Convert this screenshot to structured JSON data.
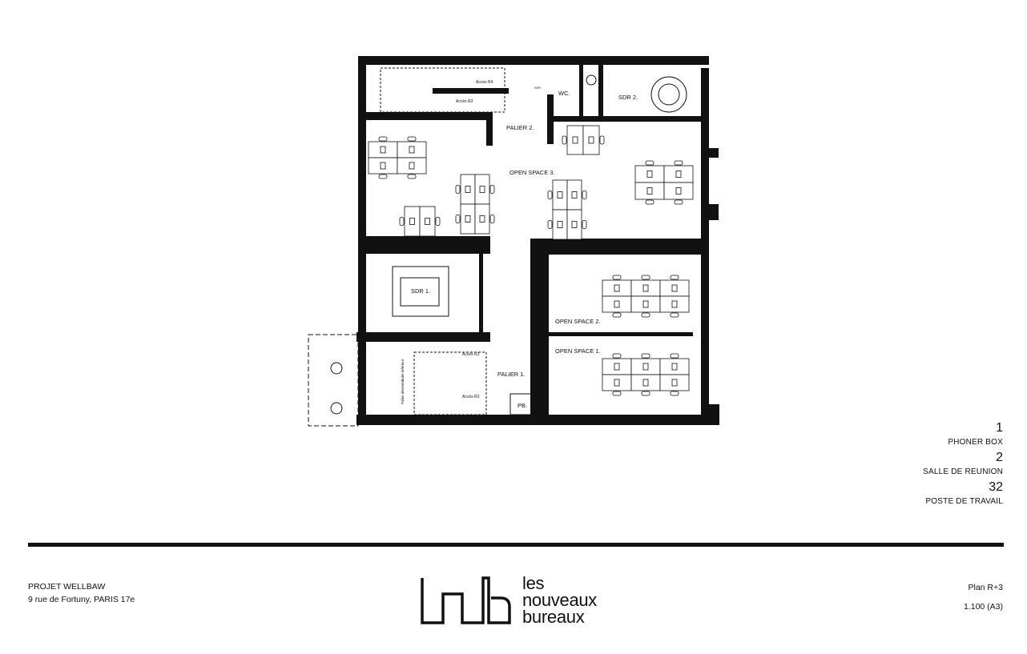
{
  "plan": {
    "rooms": {
      "open_space_3": "OPEN SPACE 3.",
      "open_space_2": "OPEN SPACE 2.",
      "open_space_1": "OPEN SPACE 1.",
      "palier_2": "PALIER 2.",
      "palier_1": "PALIER 1.",
      "wc": "WC.",
      "sdr_2": "SDR 2.",
      "sdr_1": "SDR 1.",
      "pb": "PB."
    },
    "annotations": {
      "acces_r4": "Accès R4",
      "acces_r3_top": "Accès R3",
      "acces_r3_mid": "Accès R3",
      "acces_r3_bottom": "Accès R3",
      "palier_intermediaire": "Palier intermédiaire inférieur",
      "wifi": "WIFI"
    }
  },
  "legend": [
    {
      "count": "1",
      "label": "PHONER BOX"
    },
    {
      "count": "2",
      "label": "SALLE DE REUNION"
    },
    {
      "count": "32",
      "label": "POSTE DE TRAVAIL"
    }
  ],
  "footer": {
    "project": "PROJET WELLBAW",
    "address": "9 rue de Fortuny, PARIS 17e",
    "logo_lines": [
      "les",
      "nouveaux",
      "bureaux"
    ],
    "plan_name": "Plan R+3",
    "scale": "1.100 (A3)"
  }
}
